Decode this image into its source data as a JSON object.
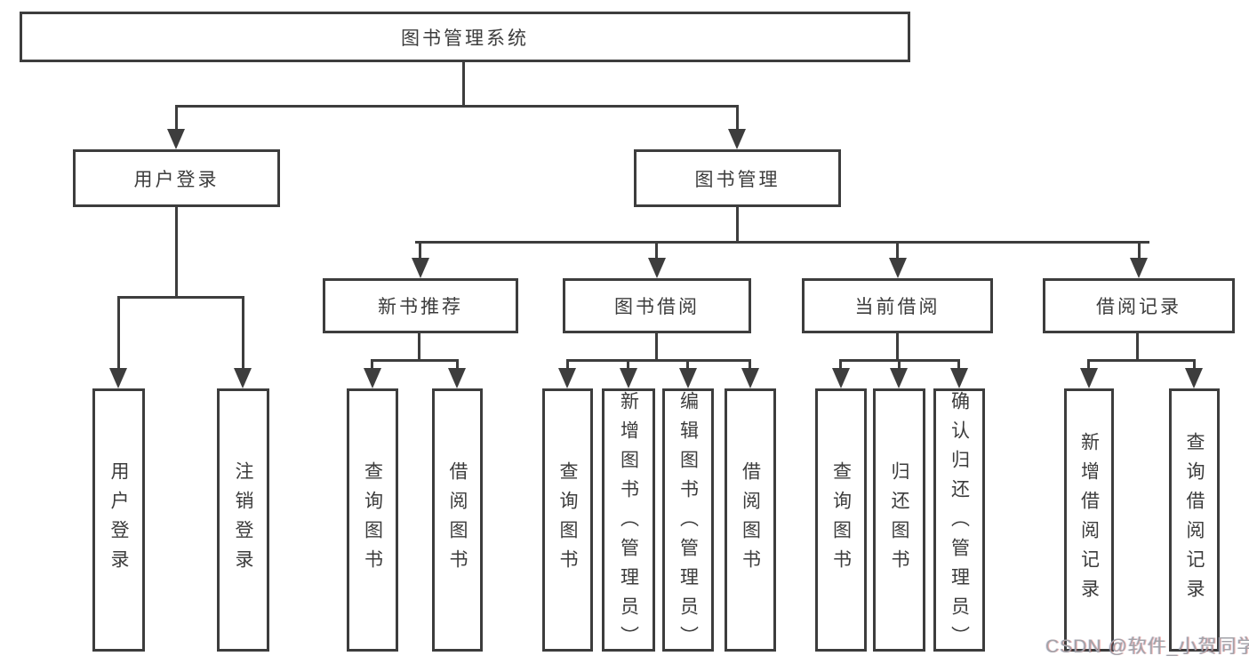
{
  "colors": {
    "line": "#3d3d3d",
    "text": "#3c3c3c",
    "background": "#ffffff",
    "watermark": "#a2a2a8"
  },
  "diagram": {
    "root": {
      "label": "图书管理系统"
    },
    "level2": [
      {
        "label": "用户登录",
        "children": [
          "用户登录",
          "注销登录"
        ]
      },
      {
        "label": "图书管理",
        "children": [
          {
            "label": "新书推荐",
            "children": [
              "查询图书",
              "借阅图书"
            ]
          },
          {
            "label": "图书借阅",
            "children": [
              "查询图书",
              "新增图书（管理员）",
              "编辑图书（管理员）",
              "借阅图书"
            ]
          },
          {
            "label": "当前借阅",
            "children": [
              "查询图书",
              "归还图书",
              "确认归还（管理员）"
            ]
          },
          {
            "label": "借阅记录",
            "children": [
              "新增借阅记录",
              "查询借阅记录"
            ]
          }
        ]
      }
    ]
  },
  "watermark": {
    "text": "CSDN @软件_小贺同学"
  }
}
